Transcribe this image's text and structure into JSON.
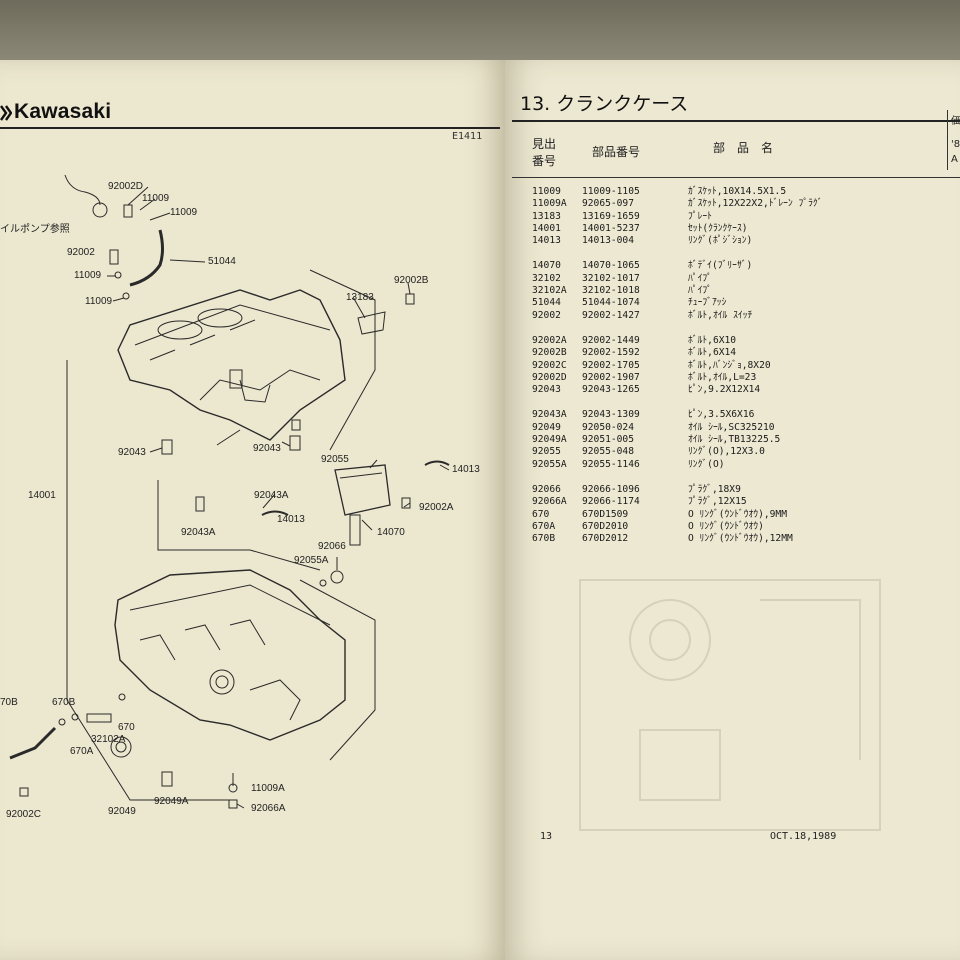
{
  "left_page": {
    "brand": "Kawasaki",
    "figure_code": "E1411",
    "oil_pump_ref": "イルポンプ参照",
    "labels": [
      {
        "id": "92002D",
        "text": "92002D"
      },
      {
        "id": "11009a",
        "text": "11009"
      },
      {
        "id": "11009b",
        "text": "11009"
      },
      {
        "id": "92002a1",
        "text": "92002"
      },
      {
        "id": "51044",
        "text": "51044"
      },
      {
        "id": "11009c",
        "text": "11009"
      },
      {
        "id": "11009d",
        "text": "11009"
      },
      {
        "id": "92002B",
        "text": "92002B"
      },
      {
        "id": "13183",
        "text": "13183"
      },
      {
        "id": "92043a",
        "text": "92043"
      },
      {
        "id": "92043b",
        "text": "92043"
      },
      {
        "id": "92055",
        "text": "92055"
      },
      {
        "id": "14013a",
        "text": "14013"
      },
      {
        "id": "14001",
        "text": "14001"
      },
      {
        "id": "92043A",
        "text": "92043A"
      },
      {
        "id": "92002A",
        "text": "92002A"
      },
      {
        "id": "14013b",
        "text": "14013"
      },
      {
        "id": "92043Ab",
        "text": "92043A"
      },
      {
        "id": "14070",
        "text": "14070"
      },
      {
        "id": "92066",
        "text": "92066"
      },
      {
        "id": "92055A",
        "text": "92055A"
      },
      {
        "id": "670Bcut",
        "text": "70B"
      },
      {
        "id": "670B",
        "text": "670B"
      },
      {
        "id": "670",
        "text": "670"
      },
      {
        "id": "32102A",
        "text": "32102A"
      },
      {
        "id": "670A",
        "text": "670A"
      },
      {
        "id": "92049",
        "text": "92049"
      },
      {
        "id": "92049A",
        "text": "92049A"
      },
      {
        "id": "11009e",
        "text": "11009A"
      },
      {
        "id": "92066A",
        "text": "92066A"
      },
      {
        "id": "92002C",
        "text": "92002C"
      }
    ]
  },
  "right_page": {
    "section_title": "13. クランクケース",
    "headers": {
      "ref_line1": "見出",
      "ref_line2": "番号",
      "part_no": "部品番号",
      "part_name": "部　品　名"
    },
    "edge_chars": [
      "価",
      "'8",
      "A"
    ],
    "groups": [
      [
        {
          "ref": "11009",
          "part": "11009-1105",
          "name": "ｶﾞｽｹｯﾄ,10X14.5X1.5"
        },
        {
          "ref": "11009A",
          "part": "92065-097",
          "name": "ｶﾞｽｹｯﾄ,12X22X2,ﾄﾞﾚｰﾝ ﾌﾟﾗｸﾞ"
        },
        {
          "ref": "13183",
          "part": "13169-1659",
          "name": "ﾌﾟﾚｰﾄ"
        },
        {
          "ref": "14001",
          "part": "14001-5237",
          "name": "ｾｯﾄ(ｸﾗﾝｸｹｰｽ)"
        },
        {
          "ref": "14013",
          "part": "14013-004",
          "name": "ﾘﾝｸﾞ(ﾎﾟｼﾞｼｮﾝ)"
        }
      ],
      [
        {
          "ref": "14070",
          "part": "14070-1065",
          "name": "ﾎﾞﾃﾞｲ(ﾌﾞﾘｰｻﾞ)"
        },
        {
          "ref": "32102",
          "part": "32102-1017",
          "name": "ﾊﾟｲﾌﾟ"
        },
        {
          "ref": "32102A",
          "part": "32102-1018",
          "name": "ﾊﾟｲﾌﾟ"
        },
        {
          "ref": "51044",
          "part": "51044-1074",
          "name": "ﾁｭｰﾌﾞｱｯｼ"
        },
        {
          "ref": "92002",
          "part": "92002-1427",
          "name": "ﾎﾞﾙﾄ,ｵｲﾙ ｽｲｯﾁ"
        }
      ],
      [
        {
          "ref": "92002A",
          "part": "92002-1449",
          "name": "ﾎﾞﾙﾄ,6X10"
        },
        {
          "ref": "92002B",
          "part": "92002-1592",
          "name": "ﾎﾞﾙﾄ,6X14"
        },
        {
          "ref": "92002C",
          "part": "92002-1705",
          "name": "ﾎﾞﾙﾄ,ﾊﾞﾝｼﾞｮ,8X20"
        },
        {
          "ref": "92002D",
          "part": "92002-1907",
          "name": "ﾎﾞﾙﾄ,ｵｲﾙ,L=23"
        },
        {
          "ref": "92043",
          "part": "92043-1265",
          "name": "ﾋﾟﾝ,9.2X12X14"
        }
      ],
      [
        {
          "ref": "92043A",
          "part": "92043-1309",
          "name": "ﾋﾟﾝ,3.5X6X16"
        },
        {
          "ref": "92049",
          "part": "92050-024",
          "name": "ｵｲﾙ ｼｰﾙ,SC325210"
        },
        {
          "ref": "92049A",
          "part": "92051-005",
          "name": "ｵｲﾙ ｼｰﾙ,TB13225.5"
        },
        {
          "ref": "92055",
          "part": "92055-048",
          "name": "ﾘﾝｸﾞ(O),12X3.0"
        },
        {
          "ref": "92055A",
          "part": "92055-1146",
          "name": "ﾘﾝｸﾞ(O)"
        }
      ],
      [
        {
          "ref": "92066",
          "part": "92066-1096",
          "name": "ﾌﾟﾗｸﾞ,18X9"
        },
        {
          "ref": "92066A",
          "part": "92066-1174",
          "name": "ﾌﾟﾗｸﾞ,12X15"
        },
        {
          "ref": "670",
          "part": "670D1509",
          "name": "O ﾘﾝｸﾞ(ｳﾝﾄﾞｳｵｳ),9MM"
        },
        {
          "ref": "670A",
          "part": "670D2010",
          "name": "O ﾘﾝｸﾞ(ｳﾝﾄﾞｳｵｳ)"
        },
        {
          "ref": "670B",
          "part": "670D2012",
          "name": "O ﾘﾝｸﾞ(ｳﾝﾄﾞｳｵｳ),12MM"
        }
      ]
    ],
    "page_number": "13",
    "date": "OCT.18,1989"
  }
}
